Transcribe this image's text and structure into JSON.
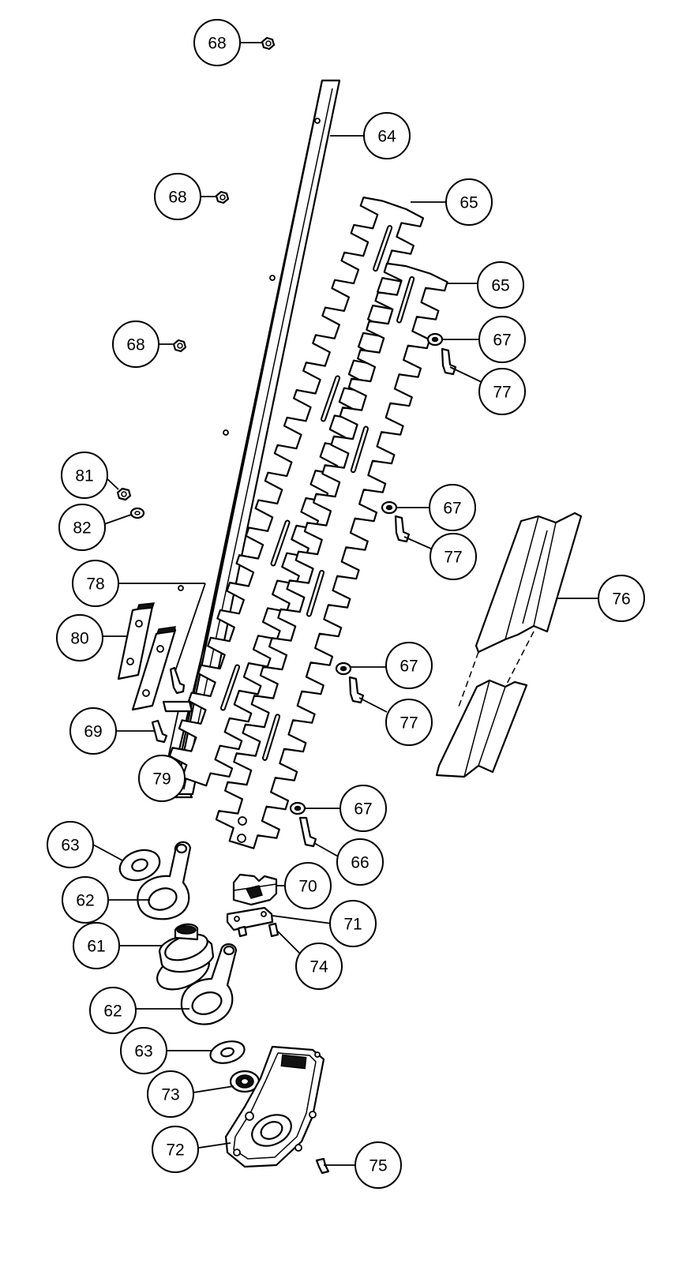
{
  "callouts": [
    {
      "id": "c68a",
      "label": "68"
    },
    {
      "id": "c64",
      "label": "64"
    },
    {
      "id": "c68b",
      "label": "68"
    },
    {
      "id": "c65a",
      "label": "65"
    },
    {
      "id": "c65b",
      "label": "65"
    },
    {
      "id": "c68c",
      "label": "68"
    },
    {
      "id": "c67a",
      "label": "67"
    },
    {
      "id": "c77a",
      "label": "77"
    },
    {
      "id": "c81",
      "label": "81"
    },
    {
      "id": "c82",
      "label": "82"
    },
    {
      "id": "c67b",
      "label": "67"
    },
    {
      "id": "c77b",
      "label": "77"
    },
    {
      "id": "c78",
      "label": "78"
    },
    {
      "id": "c76",
      "label": "76"
    },
    {
      "id": "c80",
      "label": "80"
    },
    {
      "id": "c67c",
      "label": "67"
    },
    {
      "id": "c77c",
      "label": "77"
    },
    {
      "id": "c69",
      "label": "69"
    },
    {
      "id": "c79",
      "label": "79"
    },
    {
      "id": "c67d",
      "label": "67"
    },
    {
      "id": "c63a",
      "label": "63"
    },
    {
      "id": "c66",
      "label": "66"
    },
    {
      "id": "c70",
      "label": "70"
    },
    {
      "id": "c62a",
      "label": "62"
    },
    {
      "id": "c71",
      "label": "71"
    },
    {
      "id": "c61",
      "label": "61"
    },
    {
      "id": "c74",
      "label": "74"
    },
    {
      "id": "c62b",
      "label": "62"
    },
    {
      "id": "c63b",
      "label": "63"
    },
    {
      "id": "c73",
      "label": "73"
    },
    {
      "id": "c72",
      "label": "72"
    },
    {
      "id": "c75",
      "label": "75"
    }
  ]
}
